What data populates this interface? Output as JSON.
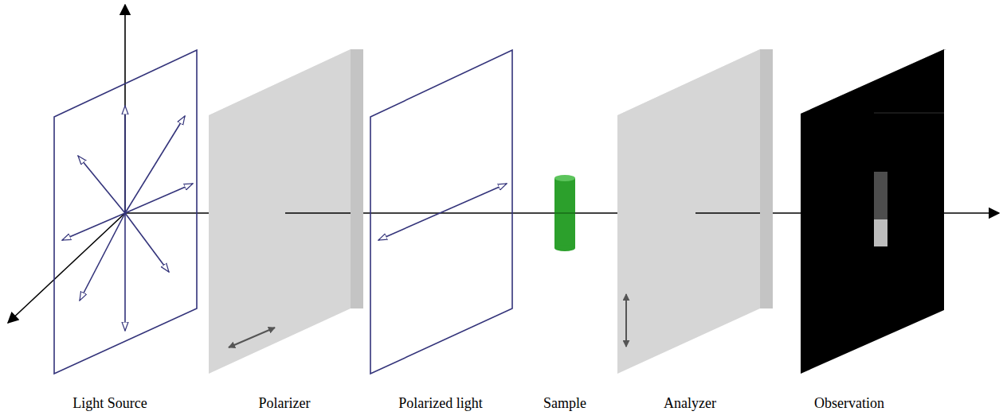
{
  "diagram": {
    "labels": [
      "Light Source",
      "Polarizer",
      "Polarized light",
      "Sample",
      "Analyzer",
      "Observation"
    ]
  }
}
